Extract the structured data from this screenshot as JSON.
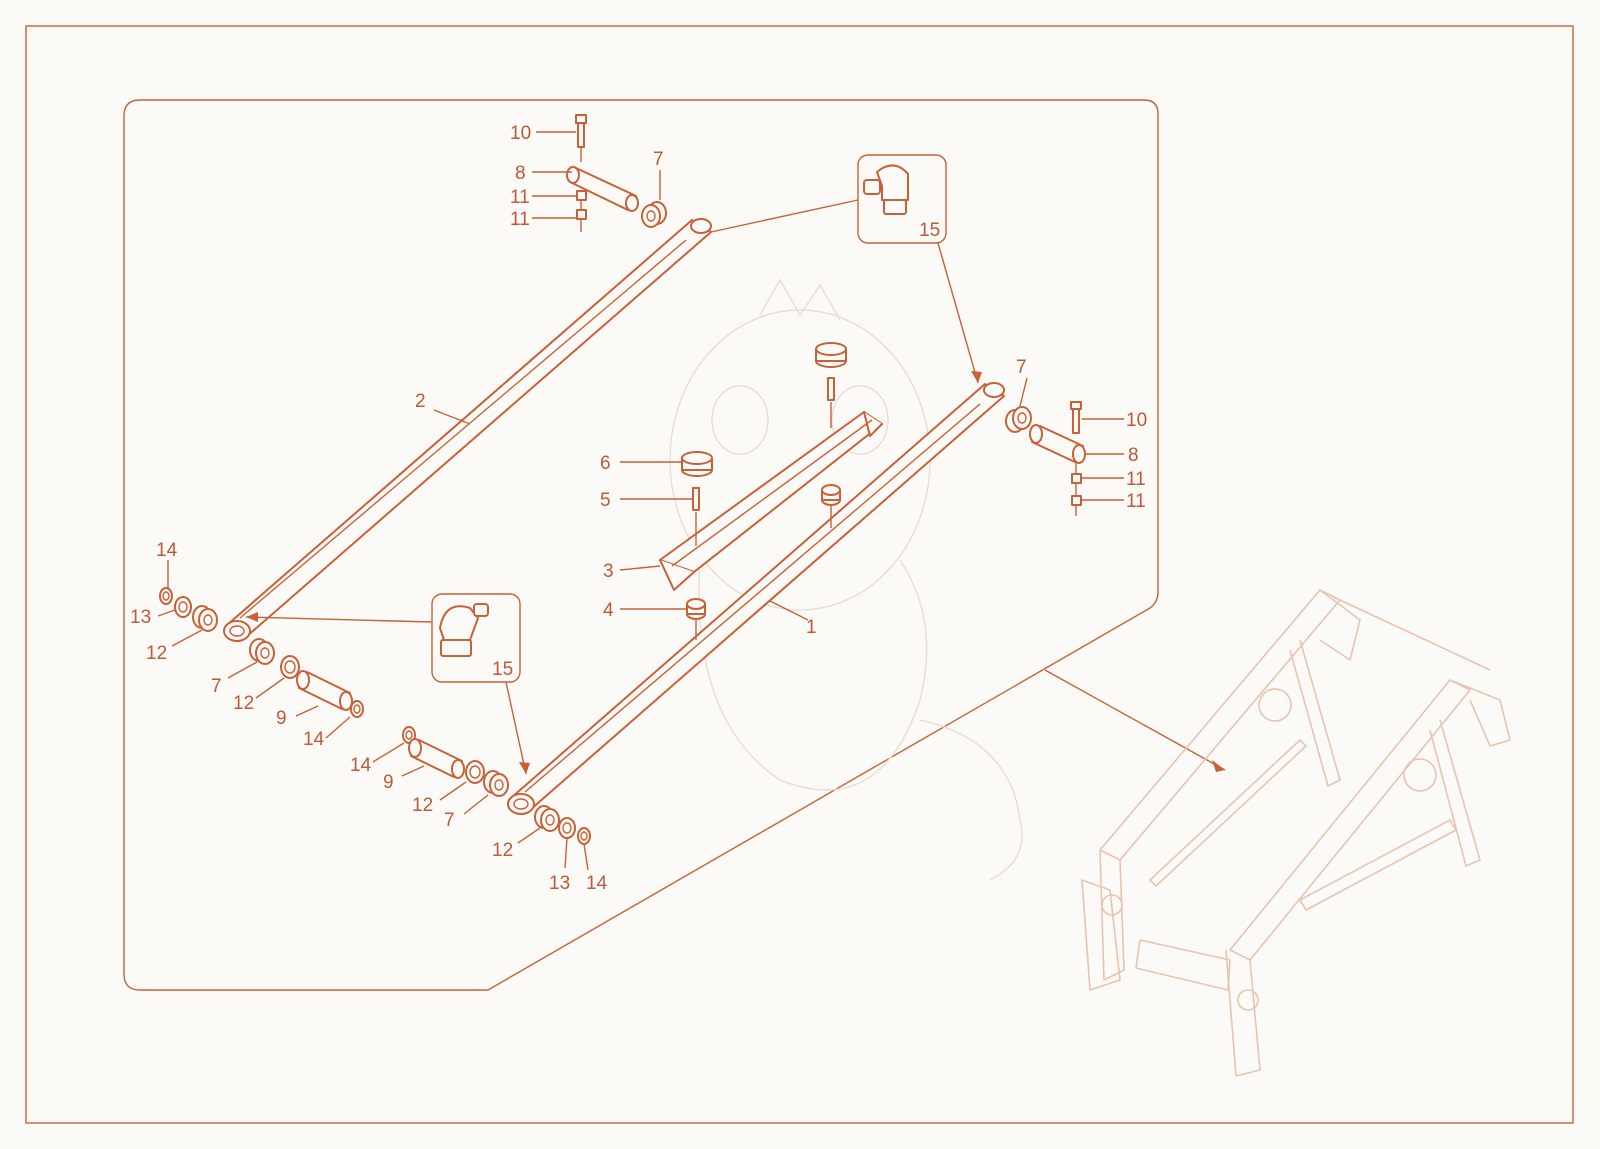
{
  "colors": {
    "line": "#c8603a",
    "text": "#c0583a",
    "background": "#fcfaf6",
    "faint": "#e9c3b2"
  },
  "callouts": {
    "c10_top": "10",
    "c8_top": "8",
    "c7_top": "7",
    "c11_top_a": "11",
    "c11_top_b": "11",
    "c15_top": "15",
    "c2": "2",
    "c7_right": "7",
    "c10_right": "10",
    "c8_right": "8",
    "c11_right_a": "11",
    "c11_right_b": "11",
    "c6": "6",
    "c5": "5",
    "c3": "3",
    "c4": "4",
    "c1": "1",
    "c14_left": "14",
    "c13_left": "13",
    "c12_left": "12",
    "c7_left": "7",
    "c12_left_b": "12",
    "c9_left": "9",
    "c14_left_b": "14",
    "c15_bottom": "15",
    "c14_mid": "14",
    "c9_mid": "9",
    "c12_mid": "12",
    "c7_mid": "7",
    "c12_bottom": "12",
    "c13_bottom": "13",
    "c14_bottom": "14"
  }
}
